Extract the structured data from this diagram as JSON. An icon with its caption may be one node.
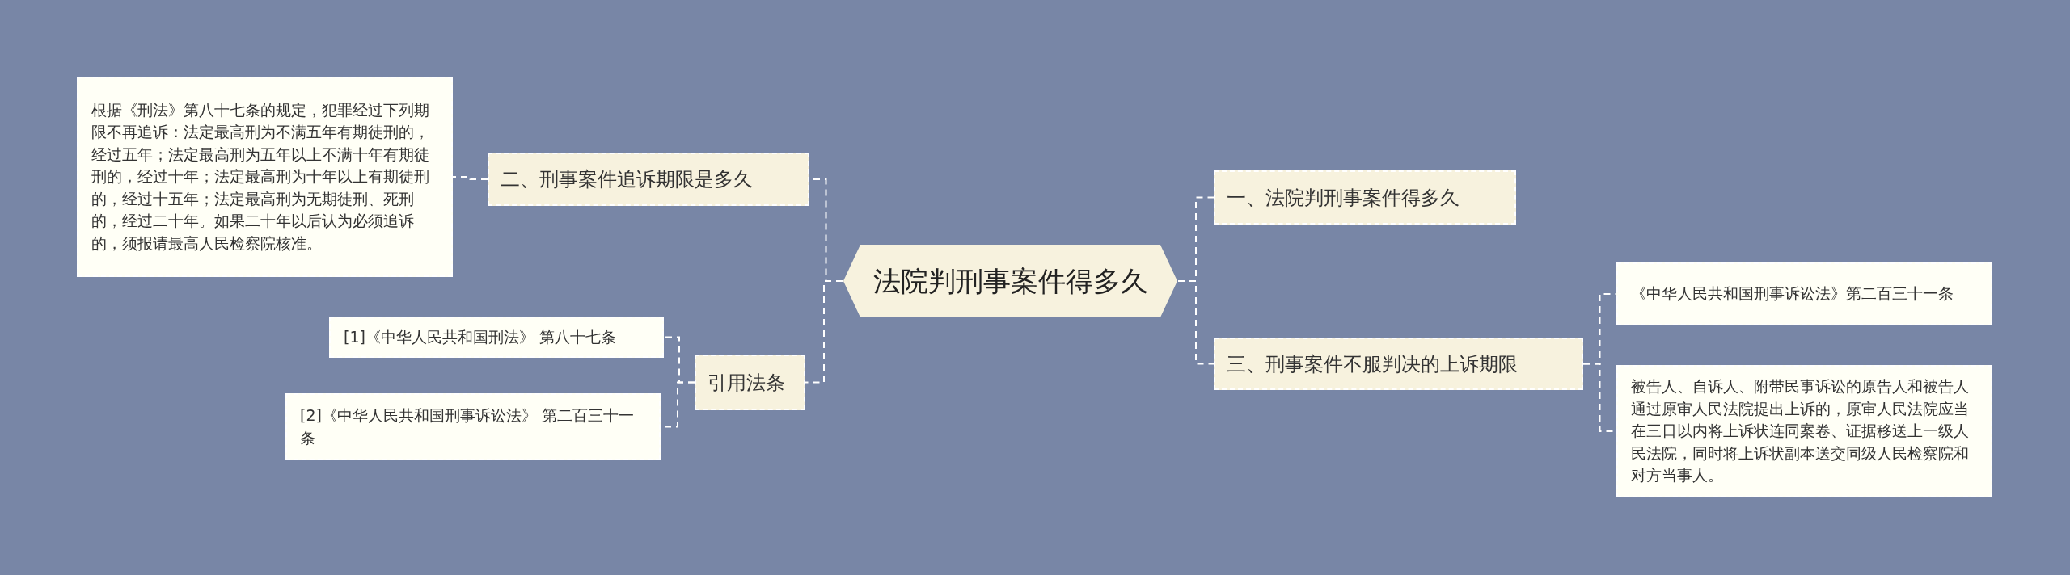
{
  "diagram": {
    "nodes": [
      {
        "text": [
          "法院判刑事案件得多久"
        ]
      },
      {
        "text": [
          "二、刑事案件追诉期限是多久"
        ]
      },
      {
        "text": [
          "根据《刑法》第八十七条的规定，犯罪经过下列期限不再追诉：法定最高刑为不满五年有期徒刑的，经过五年；法定最高刑为五年以上不满十年有期徒刑的，经过十年；法定最高刑为十年以上有期徒刑的，经过十五年；法定最高刑为无期徒刑、死刑的，经过二十年。如果二十年以后认为必须追诉的，须报请最高人民检察院核准。"
        ]
      },
      {
        "text": [
          "引用法条"
        ]
      },
      {
        "text": [
          "[1]《中华人民共和国刑法》 第八十七条"
        ]
      },
      {
        "text": [
          "[2]《中华人民共和国刑事诉讼法》 第二百三十一条"
        ]
      },
      {
        "text": [
          "一、法院判刑事案件得多久"
        ]
      },
      {
        "text": [
          "三、刑事案件不服判决的上诉期限"
        ]
      },
      {
        "text": [
          "《中华人民共和国刑事诉讼法》第二百三十一条"
        ]
      },
      {
        "text": [
          "被告人、自诉人、附带民事诉讼的原告人和被告人通过原审人民法院提出上诉的，原审人民法院应当在三日以内将上诉状连同案卷、证据移送上一级人民法院，同时将上诉状副本送交同级人民检察院和对方当事人。"
        ]
      }
    ],
    "edges": [
      {
        "from": 0,
        "to": 1,
        "arrow": "none",
        "style": "dashed"
      },
      {
        "from": 1,
        "to": 2,
        "arrow": "none",
        "style": "dashed"
      },
      {
        "from": 0,
        "to": 3,
        "arrow": "none",
        "style": "dashed"
      },
      {
        "from": 3,
        "to": 4,
        "arrow": "none",
        "style": "dashed"
      },
      {
        "from": 3,
        "to": 5,
        "arrow": "none",
        "style": "dashed"
      },
      {
        "from": 0,
        "to": 6,
        "arrow": "none",
        "style": "dashed"
      },
      {
        "from": 0,
        "to": 7,
        "arrow": "none",
        "style": "dashed"
      },
      {
        "from": 7,
        "to": 8,
        "arrow": "none",
        "style": "dashed"
      },
      {
        "from": 7,
        "to": 9,
        "arrow": "none",
        "style": "dashed"
      }
    ]
  }
}
